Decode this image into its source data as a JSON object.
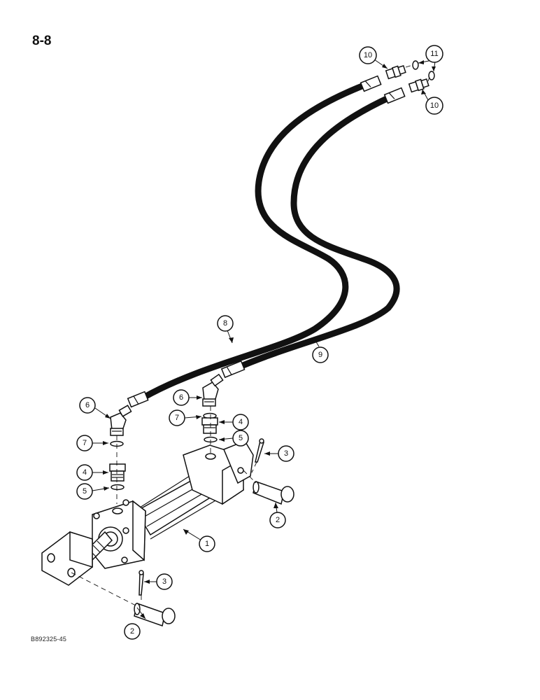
{
  "page": {
    "number": "8-8",
    "figure_code": "B892325-45"
  },
  "callouts": [
    {
      "id": "c1",
      "label": "1"
    },
    {
      "id": "c2a",
      "label": "2"
    },
    {
      "id": "c2b",
      "label": "2"
    },
    {
      "id": "c3a",
      "label": "3"
    },
    {
      "id": "c3b",
      "label": "3"
    },
    {
      "id": "c4a",
      "label": "4"
    },
    {
      "id": "c4b",
      "label": "4"
    },
    {
      "id": "c5a",
      "label": "5"
    },
    {
      "id": "c5b",
      "label": "5"
    },
    {
      "id": "c6a",
      "label": "6"
    },
    {
      "id": "c6b",
      "label": "6"
    },
    {
      "id": "c7a",
      "label": "7"
    },
    {
      "id": "c7b",
      "label": "7"
    },
    {
      "id": "c8",
      "label": "8"
    },
    {
      "id": "c9",
      "label": "9"
    },
    {
      "id": "c10a",
      "label": "10"
    },
    {
      "id": "c10b",
      "label": "10"
    },
    {
      "id": "c11",
      "label": "11"
    }
  ]
}
